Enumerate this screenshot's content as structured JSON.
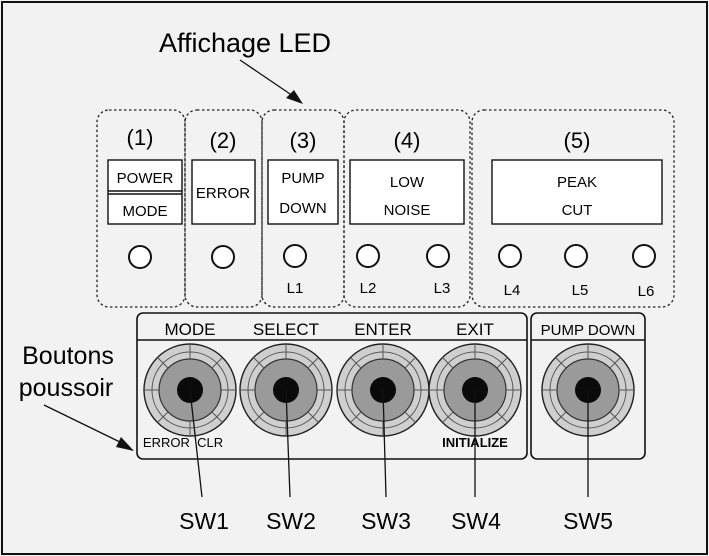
{
  "callouts": {
    "led_display": "Affichage LED",
    "push_buttons_line1": "Boutons",
    "push_buttons_line2": "poussoir"
  },
  "groups": [
    {
      "number": "(1)",
      "label_top": "POWER",
      "label_bottom": "MODE",
      "leds": [
        ""
      ]
    },
    {
      "number": "(2)",
      "label": "ERROR",
      "leds": [
        ""
      ]
    },
    {
      "number": "(3)",
      "label_line1": "PUMP",
      "label_line2": "DOWN",
      "leds": [
        "L1"
      ]
    },
    {
      "number": "(4)",
      "label_line1": "LOW",
      "label_line2": "NOISE",
      "leds": [
        "L2",
        "L3"
      ]
    },
    {
      "number": "(5)",
      "label_line1": "PEAK",
      "label_line2": "CUT",
      "leds": [
        "L4",
        "L5",
        "L6"
      ]
    }
  ],
  "buttons": [
    {
      "label": "MODE",
      "switch": "SW1",
      "sublabel": "ERROR  CLR"
    },
    {
      "label": "SELECT",
      "switch": "SW2"
    },
    {
      "label": "ENTER",
      "switch": "SW3"
    },
    {
      "label": "EXIT",
      "switch": "SW4",
      "sublabel": "INITIALIZE"
    },
    {
      "label": "PUMP DOWN",
      "switch": "SW5"
    }
  ],
  "colors": {
    "background": "#f2f2f2",
    "line": "#111111",
    "knob_outer": "#cfcfcf",
    "knob_inner": "#9a9a9a",
    "knob_center": "#0a0a0a"
  }
}
